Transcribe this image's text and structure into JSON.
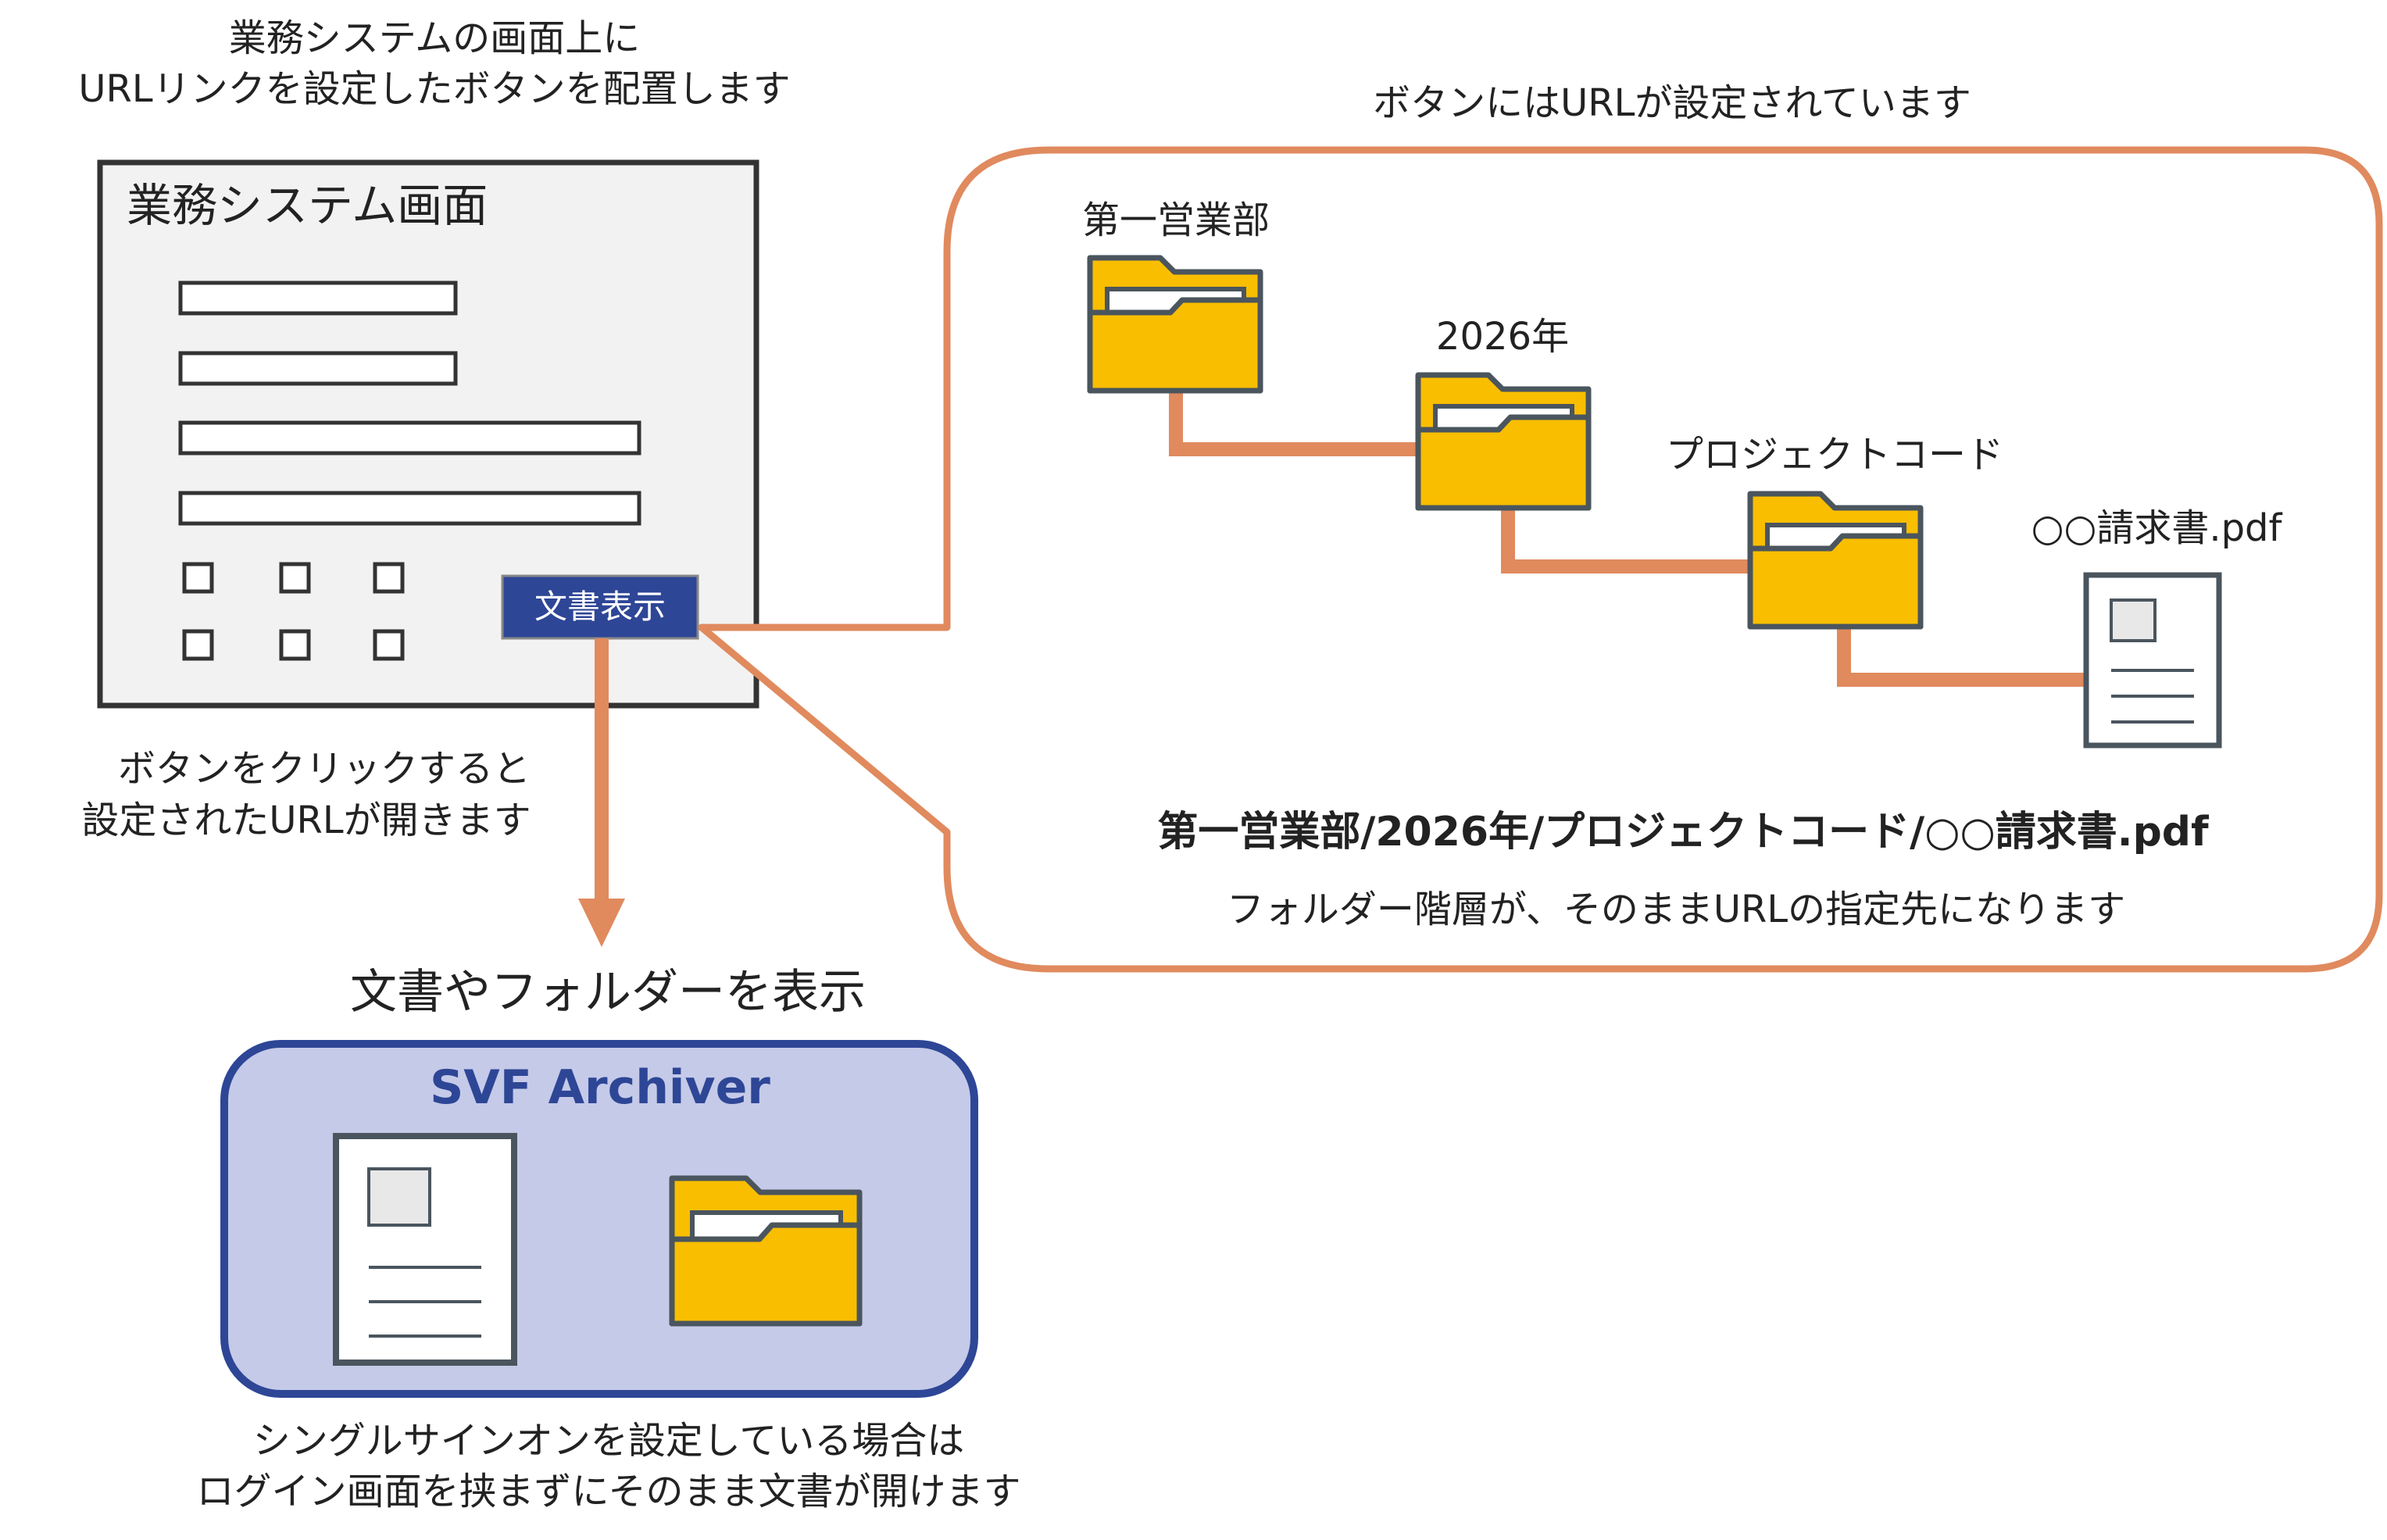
{
  "top_caption": {
    "line1": "業務システムの画面上に",
    "line2": "URLリンクを設定したボタンを配置します"
  },
  "system_screen": {
    "title": "業務システム画面",
    "button_label": "文書表示"
  },
  "click_caption": {
    "line1": "ボタンをクリックすると",
    "line2": "設定されたURLが開きます"
  },
  "url_caption": "ボタンにはURLが設定されています",
  "folder_tree": {
    "level1": "第一営業部",
    "level2": "2026年",
    "level3": "プロジェクトコード",
    "file": "○○請求書.pdf"
  },
  "url_path": "第一営業部/2026年/プロジェクトコード/○○請求書.pdf",
  "url_note": "フォルダー階層が、そのままURLの指定先になります",
  "display_caption": "文書やフォルダーを表示",
  "archiver": {
    "title": "SVF Archiver"
  },
  "sso_caption": {
    "line1": "シングルサインオンを設定している場合は",
    "line2": "ログイン画面を挟まずにそのまま文書が開けます"
  },
  "colors": {
    "orange": "#E08A5E",
    "navy": "#2E4696",
    "folder": "#F9BE00",
    "folder_outline": "#4A555E",
    "archiver_fill": "#C5CAE8"
  }
}
